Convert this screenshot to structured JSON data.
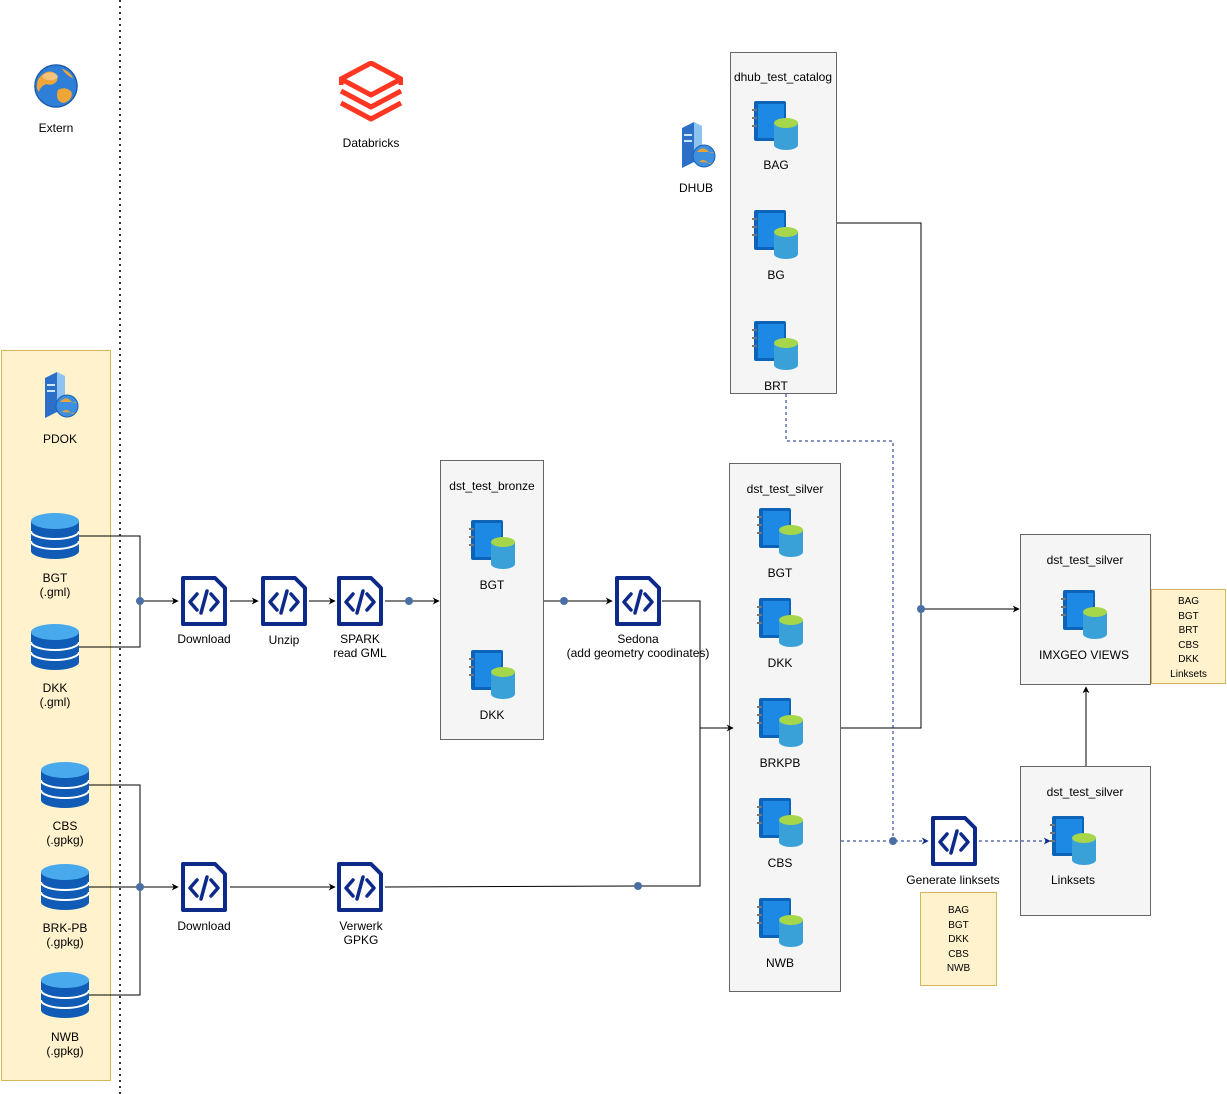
{
  "zones": {
    "extern": "Extern",
    "databricks": "Databricks",
    "dhub": "DHUB",
    "pdok": "PDOK"
  },
  "sources": [
    {
      "name": "BGT",
      "format": "(.gml)"
    },
    {
      "name": "DKK",
      "format": "(.gml)"
    },
    {
      "name": "CBS",
      "format": "(.gpkg)"
    },
    {
      "name": "BRK-PB",
      "format": "(.gpkg)"
    },
    {
      "name": "NWB",
      "format": "(.gpkg)"
    }
  ],
  "steps": {
    "download_gml": "Download",
    "unzip": "Unzip",
    "spark_read": [
      "SPARK",
      "read GML"
    ],
    "sedona": [
      "Sedona",
      "(add geometry coodinates)"
    ],
    "download_gpkg": "Download",
    "verwerk": [
      "Verwerk",
      "GPKG"
    ],
    "generate_linksets": "Generate linksets"
  },
  "containers": {
    "bronze": {
      "title": "dst_test_bronze",
      "tables": [
        "BGT",
        "DKK"
      ]
    },
    "catalog": {
      "title": "dhub_test_catalog",
      "tables": [
        "BAG",
        "BG",
        "BRT"
      ]
    },
    "silver": {
      "title": "dst_test_silver",
      "tables": [
        "BGT",
        "DKK",
        "BRKPB",
        "CBS",
        "NWB"
      ]
    },
    "views": {
      "title": "dst_test_silver",
      "tables": [
        "IMXGEO VIEWS"
      ]
    },
    "linksets": {
      "title": "dst_test_silver",
      "tables": [
        "Linksets"
      ]
    }
  },
  "notes": {
    "views_sources": [
      "BAG",
      "BGT",
      "BRT",
      "CBS",
      "DKK",
      "Linksets"
    ],
    "linkset_sources": [
      "BAG",
      "BGT",
      "DKK",
      "CBS",
      "NWB"
    ]
  },
  "colors": {
    "notebook": "#0d63b8",
    "code_icon": "#0d2a8a",
    "databricks": "#ff3621",
    "note_fill": "#fff2cc",
    "container_fill": "#f5f5f5"
  }
}
